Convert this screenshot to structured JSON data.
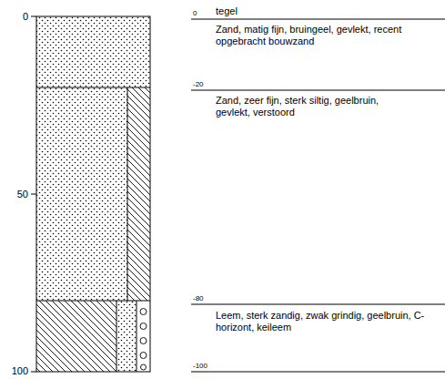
{
  "diagram": {
    "labels": [
      "0",
      "tegel",
      "Zand, matig fijn, bruingeel, gevlekt, recent opgebracht bouwzand",
      "-20",
      "Zand, zeer fijn, sterk siltig, geelbruin, gevlekt, verstoord",
      "-80",
      "Leem, sterk zandig, zwak grindig, geelbruin, C-horizont, keileem",
      "-100",
      "0",
      "50",
      "100"
    ]
  }
}
